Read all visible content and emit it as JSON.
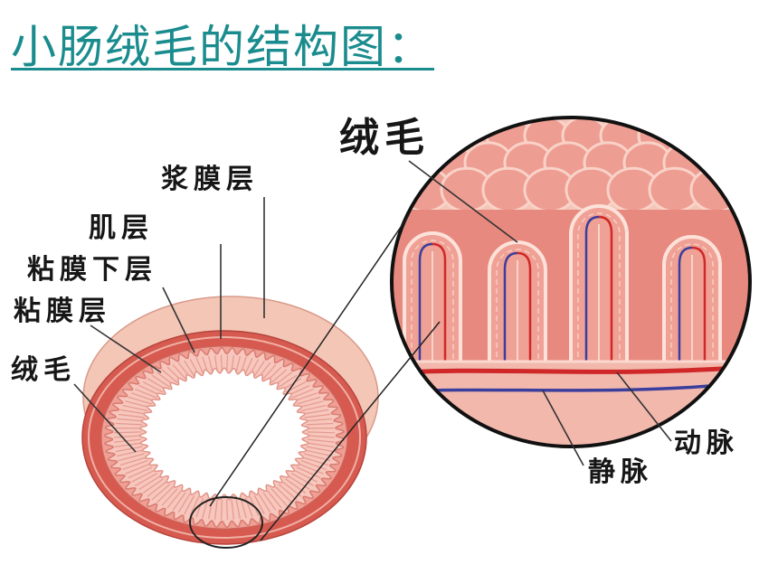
{
  "title": "小肠绒毛的结构图：",
  "labels": {
    "serosa": "浆膜层",
    "muscularis": "肌层",
    "submucosa": "粘膜下层",
    "mucosa": "粘膜层",
    "villi_left": "绒毛",
    "villi_magnified": "绒毛",
    "artery": "动脉",
    "vein": "静脉"
  },
  "colors": {
    "title": "#1a8c8e",
    "artery": "#d02828",
    "vein": "#3a3e9c"
  }
}
